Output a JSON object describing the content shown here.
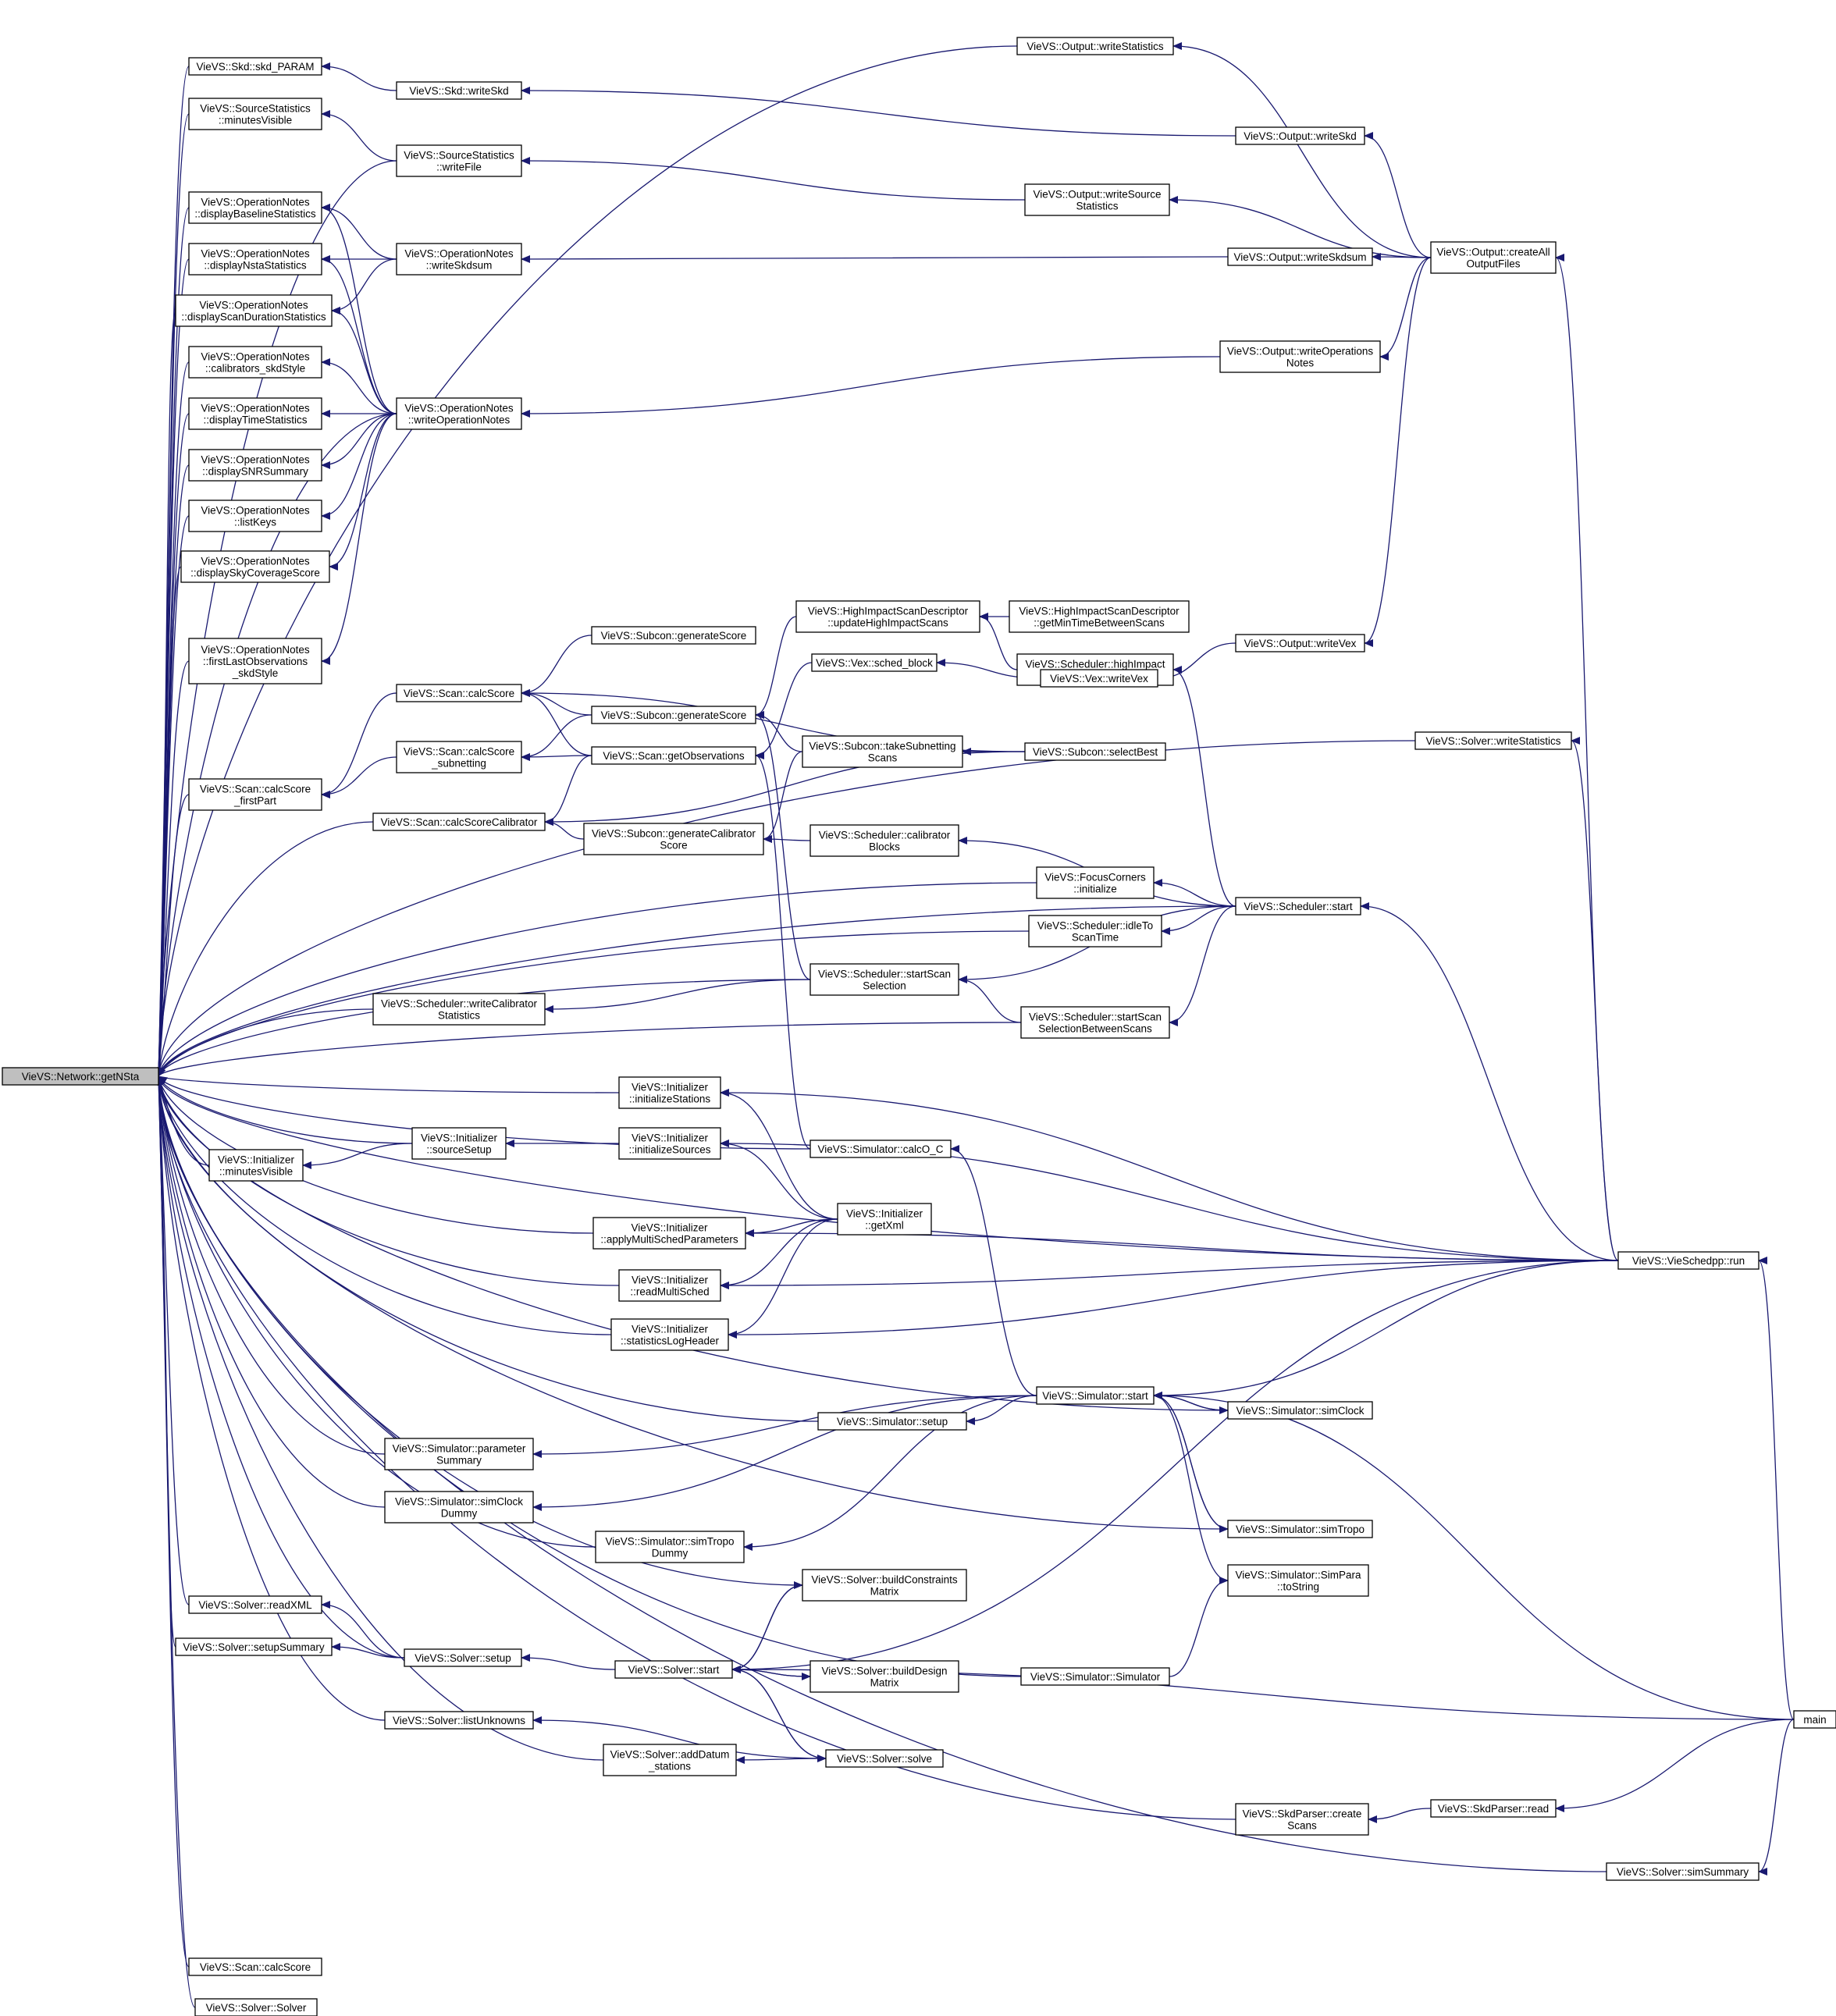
{
  "graph": {
    "title": "Caller graph of VieVS::Network::getNSta",
    "root": "getNSta",
    "colors": {
      "edge": "#191970",
      "node_fill": "#ffffff",
      "root_fill": "#bfbfbf",
      "node_border": "#000000"
    },
    "nodes": {
      "getNSta": {
        "lines": [
          "VieVS::Network::getNSta"
        ]
      },
      "skdParam": {
        "lines": [
          "VieVS::Skd::skd_PARAM"
        ]
      },
      "srcMinVis": {
        "lines": [
          "VieVS::SourceStatistics",
          "::minutesVisible"
        ]
      },
      "dispBaseline": {
        "lines": [
          "VieVS::OperationNotes",
          "::displayBaselineStatistics"
        ]
      },
      "dispNsta": {
        "lines": [
          "VieVS::OperationNotes",
          "::displayNstaStatistics"
        ]
      },
      "dispScanDur": {
        "lines": [
          "VieVS::OperationNotes",
          "::displayScanDurationStatistics"
        ]
      },
      "calibSkd": {
        "lines": [
          "VieVS::OperationNotes",
          "::calibrators_skdStyle"
        ]
      },
      "dispTime": {
        "lines": [
          "VieVS::OperationNotes",
          "::displayTimeStatistics"
        ]
      },
      "dispSNR": {
        "lines": [
          "VieVS::OperationNotes",
          "::displaySNRSummary"
        ]
      },
      "listKeys": {
        "lines": [
          "VieVS::OperationNotes",
          "::listKeys"
        ]
      },
      "dispSky": {
        "lines": [
          "VieVS::OperationNotes",
          "::displaySkyCoverageScore"
        ]
      },
      "firstLast": {
        "lines": [
          "VieVS::OperationNotes",
          "::firstLastObservations",
          "_skdStyle"
        ]
      },
      "calcScoreFirst": {
        "lines": [
          "VieVS::Scan::calcScore",
          "_firstPart"
        ]
      },
      "initMinVis": {
        "lines": [
          "VieVS::Initializer",
          "::minutesVisible"
        ]
      },
      "solverReadXML": {
        "lines": [
          "VieVS::Solver::readXML"
        ]
      },
      "solverSetupSum": {
        "lines": [
          "VieVS::Solver::setupSummary"
        ]
      },
      "scanCalcScore2": {
        "lines": [
          "VieVS::Scan::calcScore"
        ]
      },
      "solverSolver": {
        "lines": [
          "VieVS::Solver::Solver"
        ]
      },
      "skdWrite": {
        "lines": [
          "VieVS::Skd::writeSkd"
        ]
      },
      "srcWriteFile": {
        "lines": [
          "VieVS::SourceStatistics",
          "::writeFile"
        ]
      },
      "opnWriteSkdsum": {
        "lines": [
          "VieVS::OperationNotes",
          "::writeSkdsum"
        ]
      },
      "opnWriteOp": {
        "lines": [
          "VieVS::OperationNotes",
          "::writeOperationNotes"
        ]
      },
      "scanCalcScore": {
        "lines": [
          "VieVS::Scan::calcScore"
        ]
      },
      "scanCalcScoreSub": {
        "lines": [
          "VieVS::Scan::calcScore",
          "_subnetting"
        ]
      },
      "scanCalib": {
        "lines": [
          "VieVS::Scan::calcScoreCalibrator"
        ]
      },
      "schedWriteCalib": {
        "lines": [
          "VieVS::Scheduler::writeCalibrator",
          "Statistics"
        ]
      },
      "initStations": {
        "lines": [
          "VieVS::Initializer",
          "::initializeStations"
        ]
      },
      "initSourceSetup": {
        "lines": [
          "VieVS::Initializer",
          "::sourceSetup"
        ]
      },
      "initApplyMulti": {
        "lines": [
          "VieVS::Initializer",
          "::applyMultiSchedParameters"
        ]
      },
      "initReadMulti": {
        "lines": [
          "VieVS::Initializer",
          "::readMultiSched"
        ]
      },
      "initStatsLog": {
        "lines": [
          "VieVS::Initializer",
          "::statisticsLogHeader"
        ]
      },
      "simParamSum": {
        "lines": [
          "VieVS::Simulator::parameter",
          "Summary"
        ]
      },
      "simClockDummy": {
        "lines": [
          "VieVS::Simulator::simClock",
          "Dummy"
        ]
      },
      "simTropoDummy": {
        "lines": [
          "VieVS::Simulator::simTropo",
          "Dummy"
        ]
      },
      "solverSetup": {
        "lines": [
          "VieVS::Solver::setup"
        ]
      },
      "solverListUnk": {
        "lines": [
          "VieVS::Solver::listUnknowns"
        ]
      },
      "solverAddDatum": {
        "lines": [
          "VieVS::Solver::addDatum",
          "_stations"
        ]
      },
      "subconGenScore2": {
        "lines": [
          "VieVS::Subcon::generateScore"
        ]
      },
      "subconGenScore": {
        "lines": [
          "VieVS::Subcon::generateScore"
        ]
      },
      "scanGetObs": {
        "lines": [
          "VieVS::Scan::getObservations"
        ]
      },
      "subconGenCalib": {
        "lines": [
          "VieVS::Subcon::generateCalibrator",
          "Score"
        ]
      },
      "initSources": {
        "lines": [
          "VieVS::Initializer",
          "::initializeSources"
        ]
      },
      "simSetup": {
        "lines": [
          "VieVS::Simulator::setup"
        ]
      },
      "solverStart": {
        "lines": [
          "VieVS::Solver::start"
        ]
      },
      "hiUpdate": {
        "lines": [
          "VieVS::HighImpactScanDescriptor",
          "::updateHighImpactScans"
        ]
      },
      "vexSched": {
        "lines": [
          "VieVS::Vex::sched_block"
        ]
      },
      "subconTakeSub": {
        "lines": [
          "VieVS::Subcon::takeSubnetting",
          "Scans"
        ]
      },
      "schedCalibBlocks": {
        "lines": [
          "VieVS::Scheduler::calibrator",
          "Blocks"
        ]
      },
      "schedStartScan": {
        "lines": [
          "VieVS::Scheduler::startScan",
          "Selection"
        ]
      },
      "simCalcOC": {
        "lines": [
          "VieVS::Simulator::calcO_C"
        ]
      },
      "initGetXml": {
        "lines": [
          "VieVS::Initializer",
          "::getXml"
        ]
      },
      "solverBuildConst": {
        "lines": [
          "VieVS::Solver::buildConstraints",
          "Matrix"
        ]
      },
      "solverBuildDesign": {
        "lines": [
          "VieVS::Solver::buildDesign",
          "Matrix"
        ]
      },
      "solverSolve": {
        "lines": [
          "VieVS::Solver::solve"
        ]
      },
      "outWriteStats": {
        "lines": [
          "VieVS::Output::writeStatistics"
        ]
      },
      "outWriteSource": {
        "lines": [
          "VieVS::Output::writeSource",
          "Statistics"
        ]
      },
      "hiGetMin": {
        "lines": [
          "VieVS::HighImpactScanDescriptor",
          "::getMinTimeBetweenScans"
        ]
      },
      "schedHigh": {
        "lines": [
          "VieVS::Scheduler::highImpact",
          "Scans"
        ]
      },
      "vexWrite": {
        "lines": [
          "VieVS::Vex::writeVex"
        ]
      },
      "subconSelect": {
        "lines": [
          "VieVS::Subcon::selectBest"
        ]
      },
      "focusInit": {
        "lines": [
          "VieVS::FocusCorners",
          "::initialize"
        ]
      },
      "schedIdle": {
        "lines": [
          "VieVS::Scheduler::idleTo",
          "ScanTime"
        ]
      },
      "schedStartBetween": {
        "lines": [
          "VieVS::Scheduler::startScan",
          "SelectionBetweenScans"
        ]
      },
      "simStart": {
        "lines": [
          "VieVS::Simulator::start"
        ]
      },
      "simSimulator": {
        "lines": [
          "VieVS::Simulator::Simulator"
        ]
      },
      "outWriteSkd": {
        "lines": [
          "VieVS::Output::writeSkd"
        ]
      },
      "outWriteSkdsum": {
        "lines": [
          "VieVS::Output::writeSkdsum"
        ]
      },
      "outWriteOps": {
        "lines": [
          "VieVS::Output::writeOperations",
          "Notes"
        ]
      },
      "outWriteVex": {
        "lines": [
          "VieVS::Output::writeVex"
        ]
      },
      "schedStart": {
        "lines": [
          "VieVS::Scheduler::start"
        ]
      },
      "simClock": {
        "lines": [
          "VieVS::Simulator::simClock"
        ]
      },
      "simTropo": {
        "lines": [
          "VieVS::Simulator::simTropo"
        ]
      },
      "simParaStr": {
        "lines": [
          "VieVS::Simulator::SimPara",
          "::toString"
        ]
      },
      "skdParserCreate": {
        "lines": [
          "VieVS::SkdParser::create",
          "Scans"
        ]
      },
      "outCreateAll": {
        "lines": [
          "VieVS::Output::createAll",
          "OutputFiles"
        ]
      },
      "solverWriteStats": {
        "lines": [
          "VieVS::Solver::writeStatistics"
        ]
      },
      "vieRun": {
        "lines": [
          "VieVS::VieSchedpp::run"
        ]
      },
      "skdParserRead": {
        "lines": [
          "VieVS::SkdParser::read"
        ]
      },
      "solverSimSum": {
        "lines": [
          "VieVS::Solver::simSummary"
        ]
      },
      "main": {
        "lines": [
          "main"
        ]
      }
    }
  }
}
